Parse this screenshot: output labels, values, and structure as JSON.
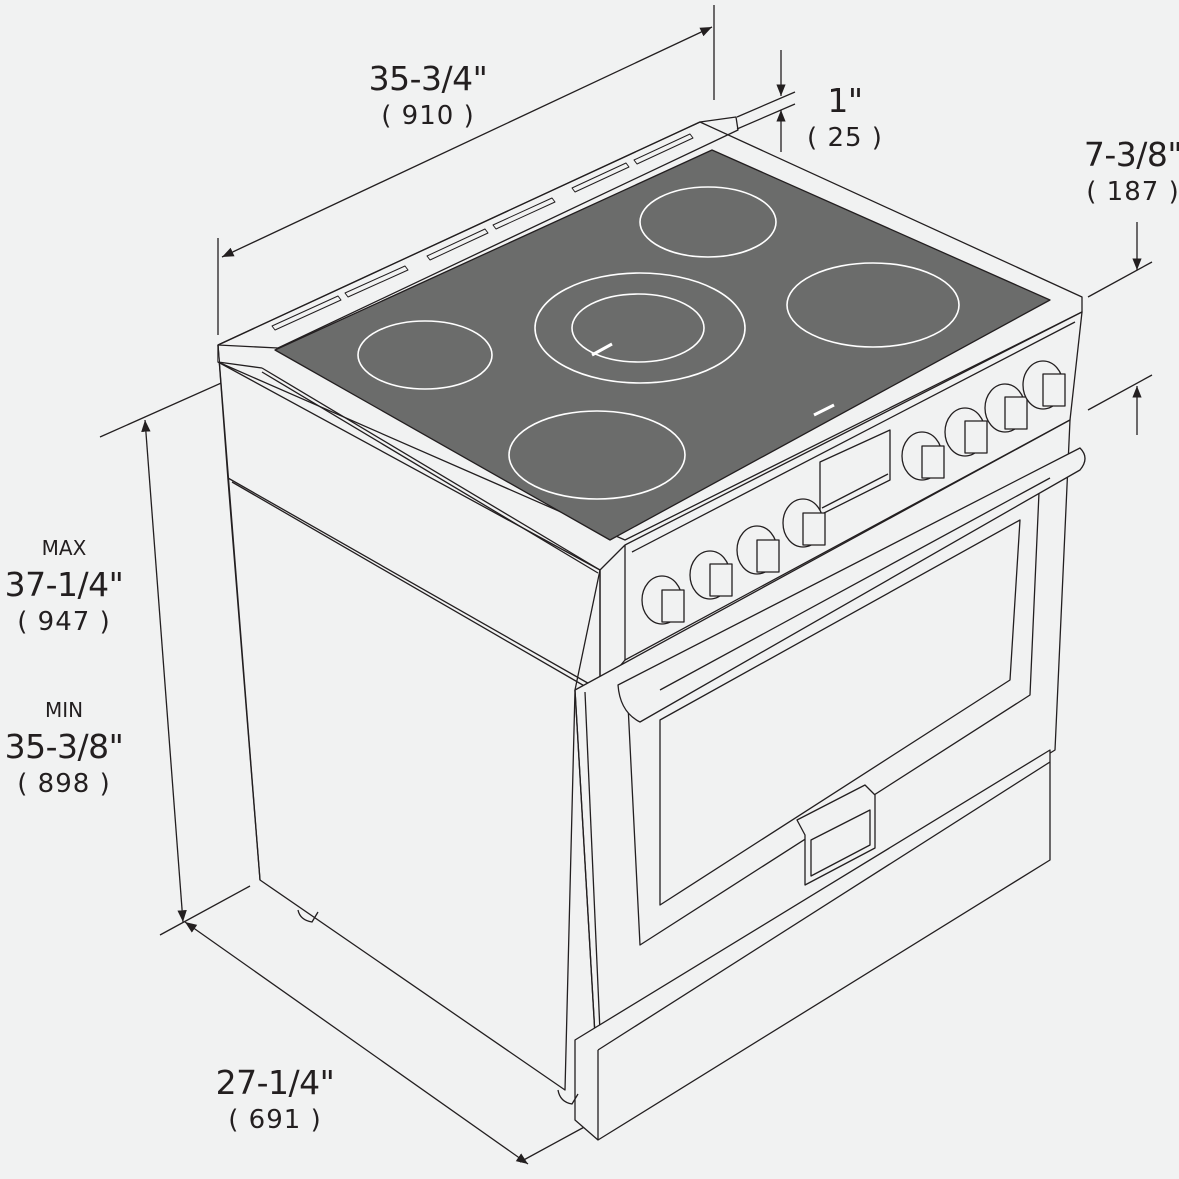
{
  "drawing": {
    "subject": "36-inch electric range, isometric dimension drawing",
    "background_color": "#f1f2f2",
    "line_color": "#231f20",
    "cooktop_color": "#6b6c6b",
    "burner_ring_color": "#ffffff",
    "knob_count": 8,
    "burner_count": 5
  },
  "dimensions": {
    "width": {
      "imperial": "35-3/4\"",
      "metric": "( 910 )"
    },
    "backguard_thickness": {
      "imperial": "1\"",
      "metric": "( 25 )"
    },
    "backguard_height": {
      "imperial": "7-3/8\"",
      "metric": "( 187 )"
    },
    "height_max": {
      "tag": "MAX",
      "imperial": "37-1/4\"",
      "metric": "( 947 )"
    },
    "height_min": {
      "tag": "MIN",
      "imperial": "35-3/8\"",
      "metric": "( 898 )"
    },
    "depth": {
      "imperial": "27-1/4\"",
      "metric": "( 691 )"
    }
  }
}
